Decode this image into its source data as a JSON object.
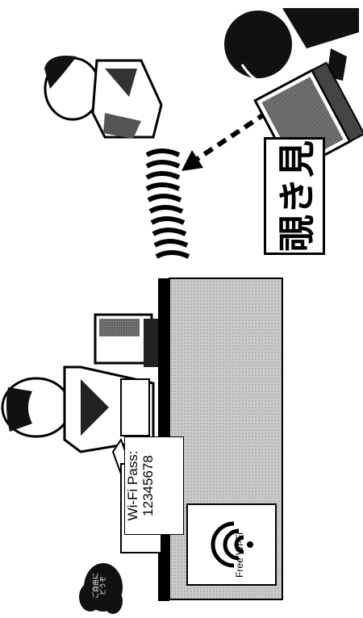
{
  "illustration": {
    "peek_label": "覗き見",
    "wifi_sign": {
      "line1": "Wi-Fi Pass:",
      "line2": "12345678"
    },
    "free_wifi_label": "Free Wi-Fi",
    "badge_text": {
      "line1": "ご自由に",
      "line2": "どうぞ"
    }
  }
}
